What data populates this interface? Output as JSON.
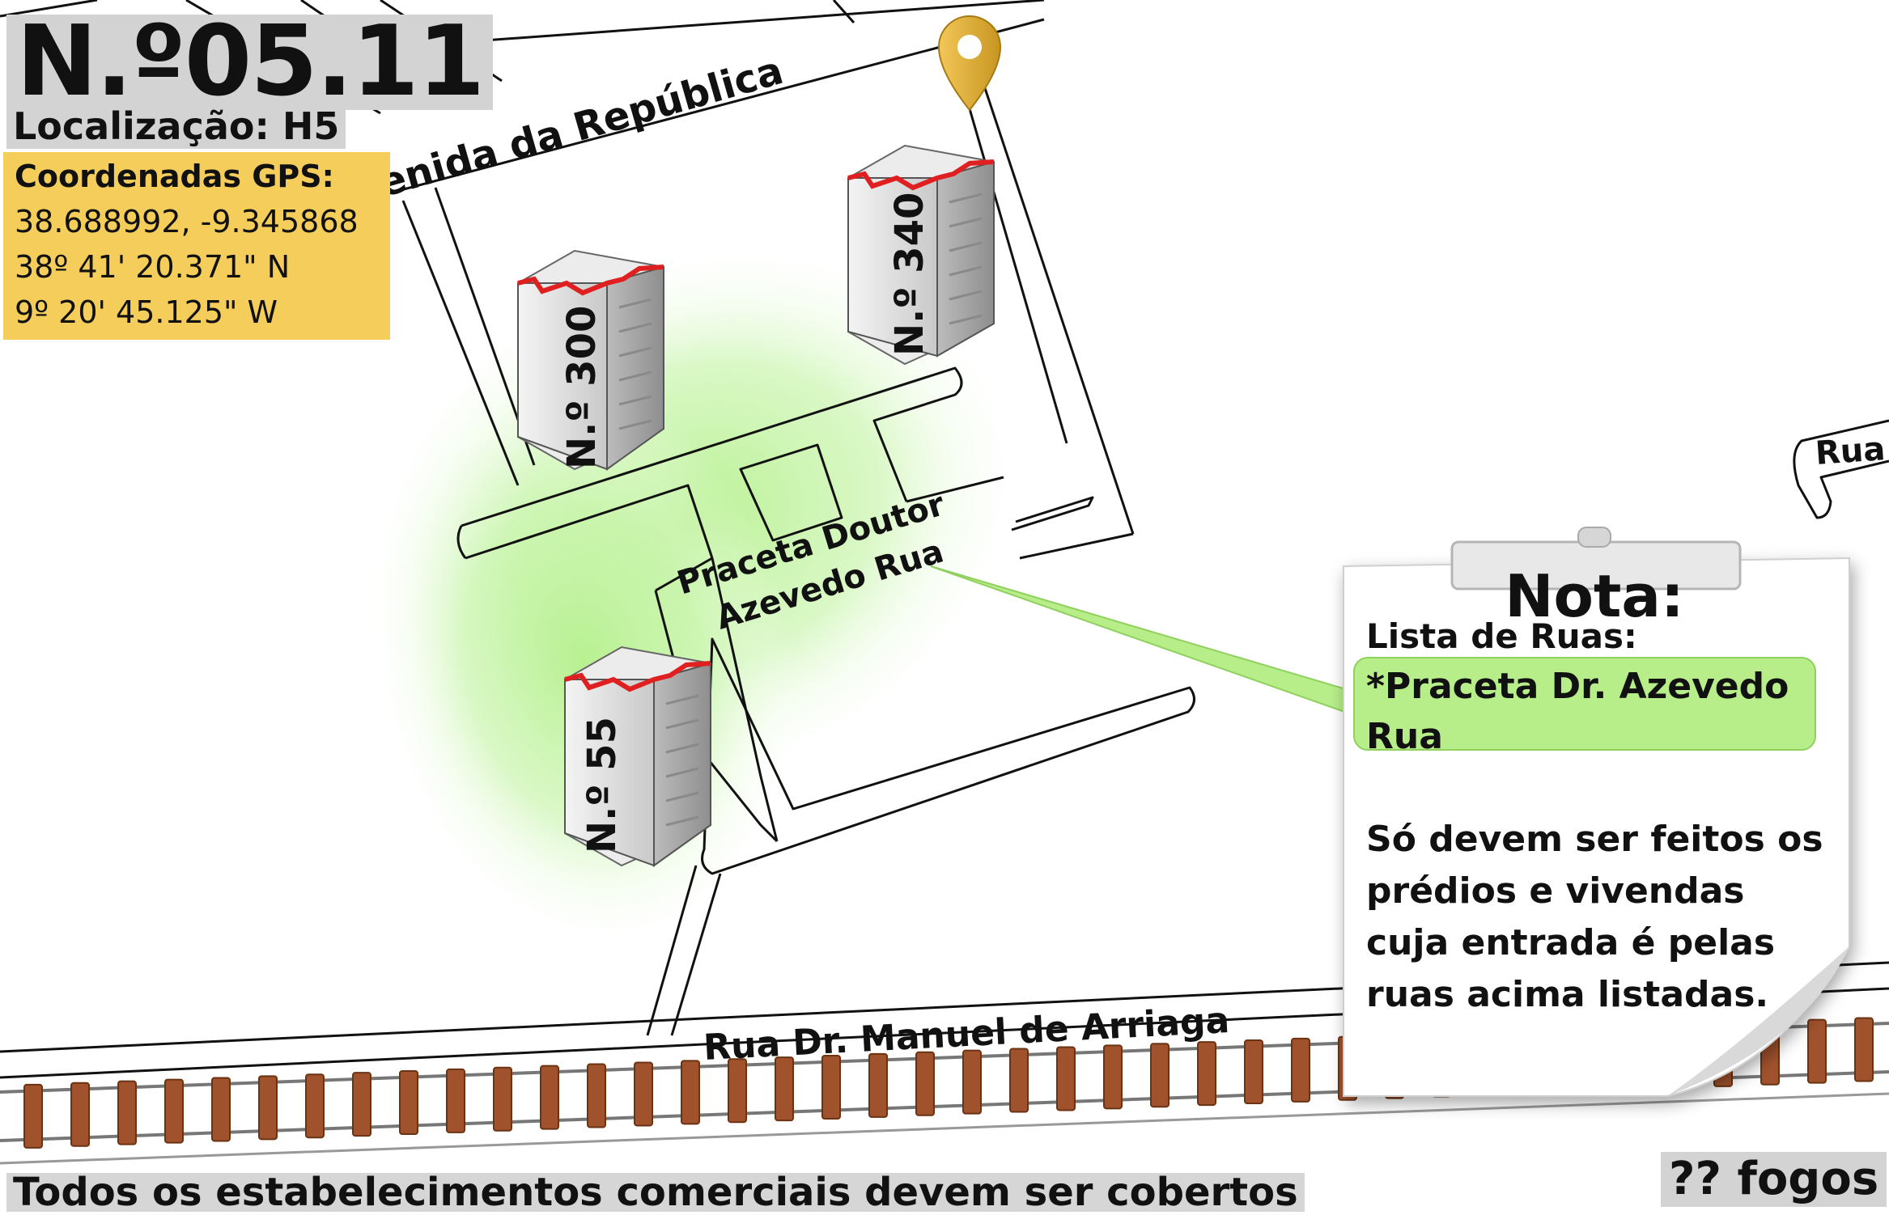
{
  "header": {
    "territory_number": "N.º05.11",
    "location": "Localização: H5"
  },
  "gps": {
    "title": "Coordenadas GPS:",
    "decimal": "38.688992, -9.345868",
    "latitude": "38º 41' 20.371\" N",
    "longitude": "9º 20' 45.125\" W"
  },
  "streets": {
    "avenida": "Avenida da República",
    "praceta_line1": "Praceta Doutor",
    "praceta_line2": "Azevedo Rua",
    "rua_manuel": "Rua Dr. Manuel de Arriaga",
    "rua_partial": "Rua"
  },
  "buildings": {
    "b300": "N.º 300",
    "b340": "N.º 340",
    "b55": "N.º 55"
  },
  "note": {
    "title": "Nota:",
    "list_title": "Lista de Ruas:",
    "street_item": "*Praceta Dr. Azevedo Rua",
    "body": "Só devem ser feitos os prédios e vivendas cuja entrada é pelas ruas acima listadas."
  },
  "footer": {
    "commercial_note": "Todos os estabelecimentos comerciais devem ser cobertos",
    "fires": "?? fogos"
  },
  "colors": {
    "highlight_area": "#bdf29a",
    "gps_background": "#f4cd5a",
    "pin": "#e6b43c",
    "rail_tie": "#a0522d",
    "building_roof_edge": "#e02020"
  },
  "icons": [
    "map-pin-icon",
    "building-icon",
    "railway-icon"
  ]
}
